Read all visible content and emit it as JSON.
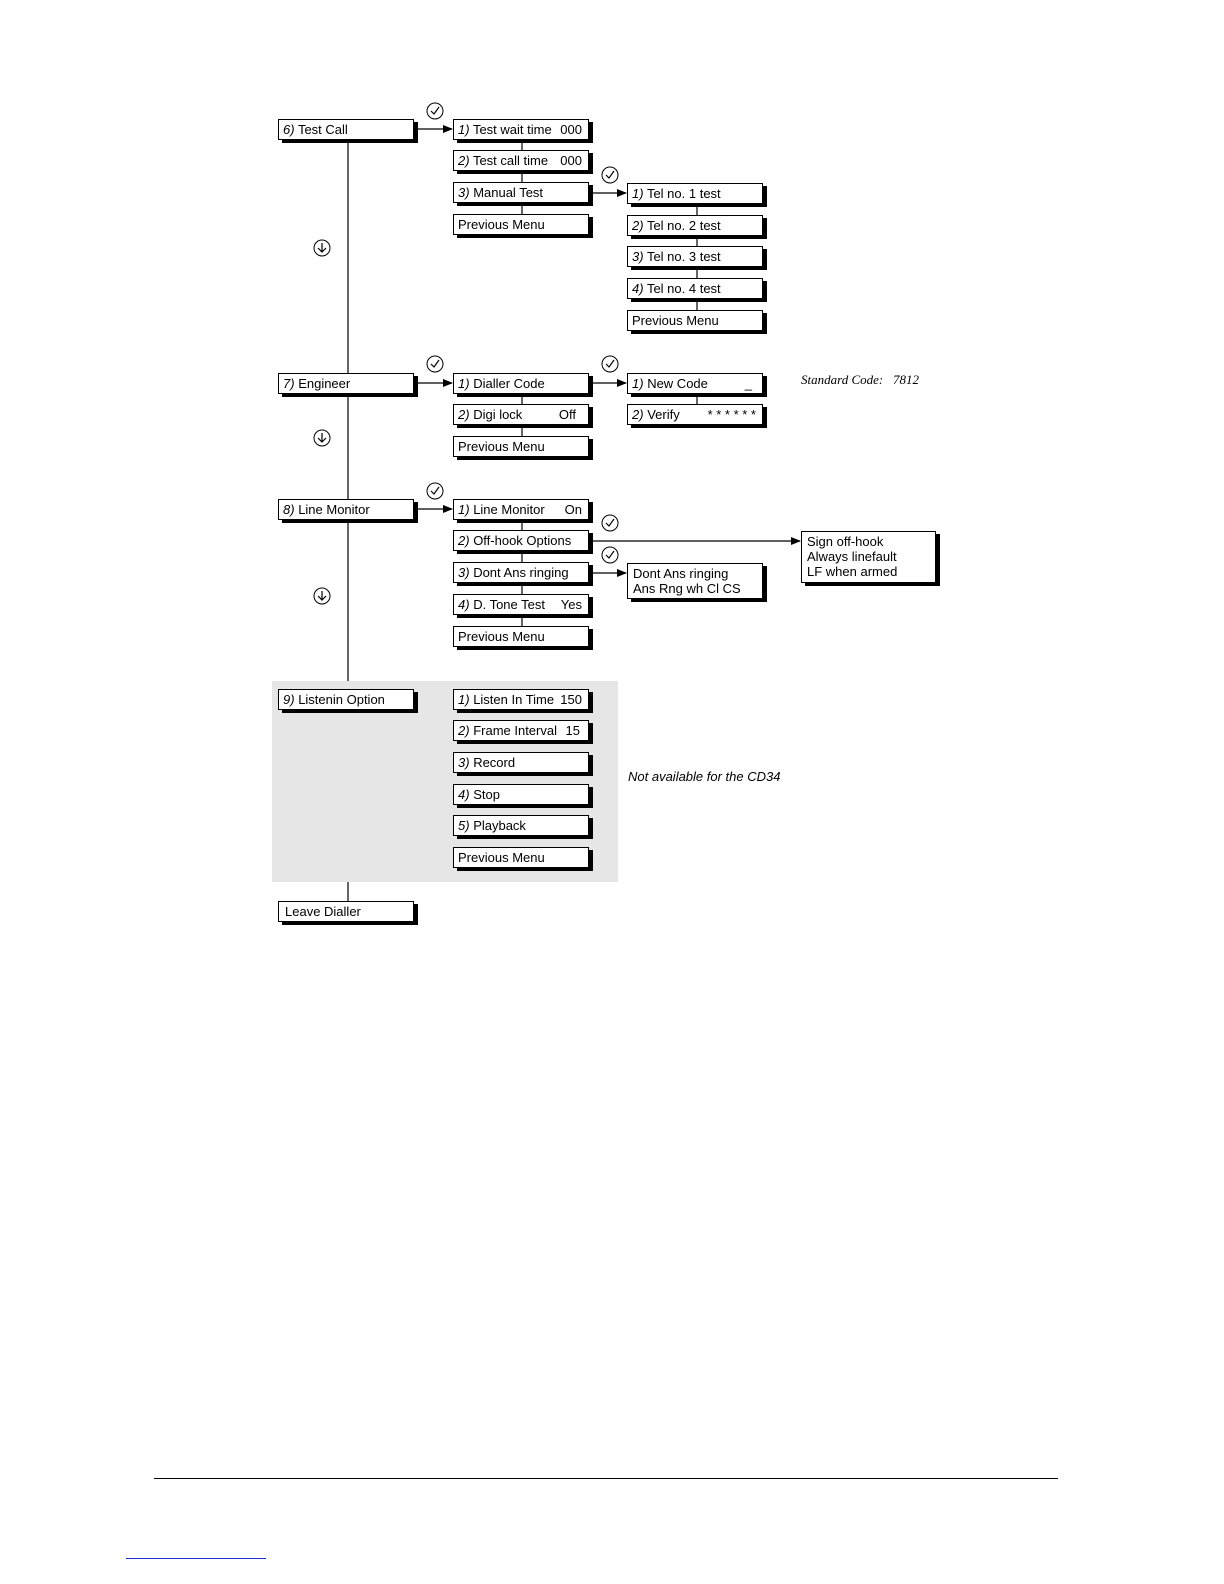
{
  "menus": {
    "test_call": {
      "main": {
        "num": "6)",
        "label": "Test Call"
      },
      "items": [
        {
          "num": "1)",
          "label": "Test wait time",
          "value": "000"
        },
        {
          "num": "2)",
          "label": "Test call time",
          "value": "000"
        },
        {
          "num": "3)",
          "label": "Manual Test",
          "value": ""
        },
        {
          "num": "",
          "label": "Previous Menu",
          "value": ""
        }
      ],
      "sub": [
        {
          "num": "1)",
          "label": "Tel no. 1 test"
        },
        {
          "num": "2)",
          "label": "Tel no. 2 test"
        },
        {
          "num": "3)",
          "label": "Tel no. 3 test"
        },
        {
          "num": "4)",
          "label": "Tel no. 4 test"
        },
        {
          "num": "",
          "label": "Previous Menu"
        }
      ]
    },
    "engineer": {
      "main": {
        "num": "7)",
        "label": "Engineer"
      },
      "items": [
        {
          "num": "1)",
          "label": "Dialler Code",
          "value": ""
        },
        {
          "num": "2)",
          "label": "Digi lock",
          "value": "Off"
        },
        {
          "num": "",
          "label": "Previous Menu",
          "value": ""
        }
      ],
      "sub": [
        {
          "num": "1)",
          "label": "New Code",
          "value": "_"
        },
        {
          "num": "2)",
          "label": "Verify",
          "value": "* * * * * *"
        }
      ],
      "standard_code_label": "Standard Code:",
      "standard_code_value": "7812"
    },
    "line_monitor": {
      "main": {
        "num": "8)",
        "label": "Line Monitor"
      },
      "items": [
        {
          "num": "1)",
          "label": "Line Monitor",
          "value": "On"
        },
        {
          "num": "2)",
          "label": "Off-hook Options",
          "value": ""
        },
        {
          "num": "3)",
          "label": "Dont Ans ringing",
          "value": ""
        },
        {
          "num": "4)",
          "label": "D. Tone Test",
          "value": "Yes"
        },
        {
          "num": "",
          "label": "Previous Menu",
          "value": ""
        }
      ],
      "offhook_options": [
        "Sign off-hook",
        "Always linefault",
        "LF when armed"
      ],
      "ringing_options": [
        "Dont Ans ringing",
        "Ans Rng wh Cl CS"
      ]
    },
    "listenin": {
      "main": {
        "num": "9)",
        "label": "Listenin Option"
      },
      "items": [
        {
          "num": "1)",
          "label": "Listen In Time",
          "value": "150"
        },
        {
          "num": "2)",
          "label": "Frame Interval",
          "value": "15"
        },
        {
          "num": "3)",
          "label": "Record",
          "value": ""
        },
        {
          "num": "4)",
          "label": "Stop",
          "value": ""
        },
        {
          "num": "5)",
          "label": "Playback",
          "value": ""
        },
        {
          "num": "",
          "label": "Previous Menu",
          "value": ""
        }
      ],
      "note": "Not available for the CD34"
    },
    "leave": {
      "label": "Leave Dialler"
    }
  },
  "icons": {
    "select": "check-circle-icon",
    "next": "down-arrow-circle-icon"
  }
}
